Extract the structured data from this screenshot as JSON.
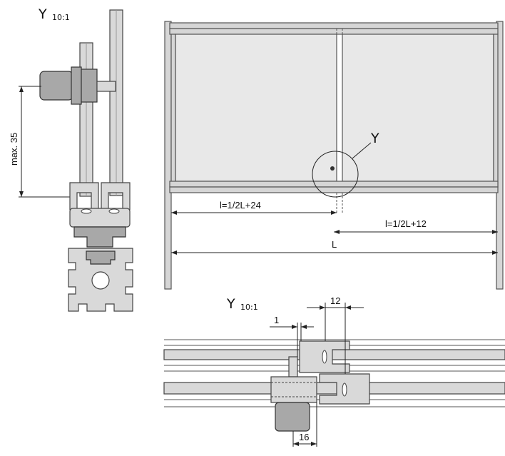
{
  "labels": {
    "detail_tl_letter": "Y",
    "detail_tl_scale": "10:1",
    "detail_br_letter": "Y",
    "detail_br_scale": "10:1",
    "max_dim": "max. 35",
    "callout": "Y",
    "dim_left_half": "l=1/2L+24",
    "dim_right_half": "l=1/2L+12",
    "dim_total": "L",
    "dim_1": "1",
    "dim_12": "12",
    "dim_16": "16"
  }
}
